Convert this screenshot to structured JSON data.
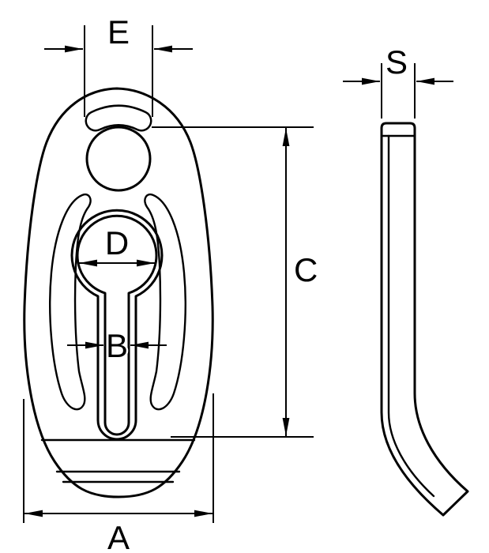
{
  "drawing": {
    "background_color": "#ffffff",
    "line_color": "#000000",
    "labels": {
      "A": "A",
      "B": "B",
      "C": "C",
      "D": "D",
      "E": "E",
      "S": "S"
    }
  }
}
